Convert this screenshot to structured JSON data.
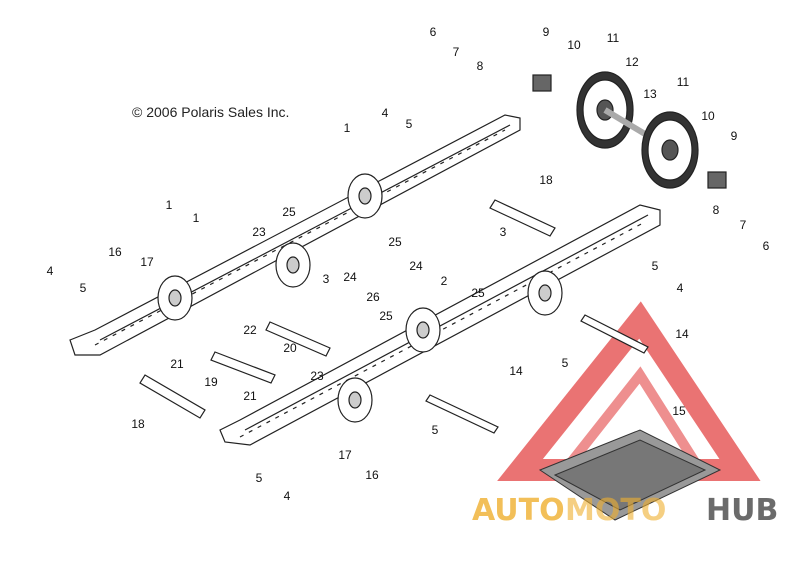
{
  "copyright": "© 2006 Polaris Sales Inc.",
  "watermark": {
    "part1": "AUTO",
    "part2": "MOTO",
    "part3": "HUB"
  },
  "colors": {
    "line": "#222222",
    "watermark_red": "#e03030",
    "watermark_yellow": "#f0b030",
    "watermark_dark": "#3a3a3a"
  },
  "callouts": [
    {
      "id": "c1a",
      "label": "6"
    },
    {
      "id": "c2",
      "label": "7"
    },
    {
      "id": "c3",
      "label": "8"
    },
    {
      "id": "c4",
      "label": "9"
    },
    {
      "id": "c5",
      "label": "10"
    },
    {
      "id": "c6",
      "label": "11"
    },
    {
      "id": "c7",
      "label": "12"
    },
    {
      "id": "c8",
      "label": "13"
    },
    {
      "id": "c9",
      "label": "11"
    },
    {
      "id": "c10",
      "label": "10"
    },
    {
      "id": "c11",
      "label": "9"
    },
    {
      "id": "c12",
      "label": "1"
    },
    {
      "id": "c13",
      "label": "4"
    },
    {
      "id": "c14",
      "label": "5"
    },
    {
      "id": "c15",
      "label": "18"
    },
    {
      "id": "c16",
      "label": "8"
    },
    {
      "id": "c17",
      "label": "7"
    },
    {
      "id": "c18",
      "label": "6"
    },
    {
      "id": "c19",
      "label": "1"
    },
    {
      "id": "c20",
      "label": "1"
    },
    {
      "id": "c21",
      "label": "23"
    },
    {
      "id": "c22",
      "label": "25"
    },
    {
      "id": "c23",
      "label": "25"
    },
    {
      "id": "c24",
      "label": "3"
    },
    {
      "id": "c25",
      "label": "24"
    },
    {
      "id": "c26",
      "label": "2"
    },
    {
      "id": "c27",
      "label": "5"
    },
    {
      "id": "c28",
      "label": "4"
    },
    {
      "id": "c29",
      "label": "25"
    },
    {
      "id": "c30",
      "label": "16"
    },
    {
      "id": "c31",
      "label": "17"
    },
    {
      "id": "c32",
      "label": "4"
    },
    {
      "id": "c33",
      "label": "5"
    },
    {
      "id": "c34",
      "label": "3"
    },
    {
      "id": "c35",
      "label": "24"
    },
    {
      "id": "c36",
      "label": "26"
    },
    {
      "id": "c37",
      "label": "25"
    },
    {
      "id": "c38",
      "label": "22"
    },
    {
      "id": "c39",
      "label": "20"
    },
    {
      "id": "c40",
      "label": "21"
    },
    {
      "id": "c41",
      "label": "19"
    },
    {
      "id": "c42",
      "label": "23"
    },
    {
      "id": "c43",
      "label": "21"
    },
    {
      "id": "c44",
      "label": "18"
    },
    {
      "id": "c45",
      "label": "14"
    },
    {
      "id": "c46",
      "label": "5"
    },
    {
      "id": "c47",
      "label": "14"
    },
    {
      "id": "c48",
      "label": "5"
    },
    {
      "id": "c49",
      "label": "15"
    },
    {
      "id": "c50",
      "label": "17"
    },
    {
      "id": "c51",
      "label": "16"
    },
    {
      "id": "c52",
      "label": "5"
    },
    {
      "id": "c53",
      "label": "4"
    }
  ]
}
